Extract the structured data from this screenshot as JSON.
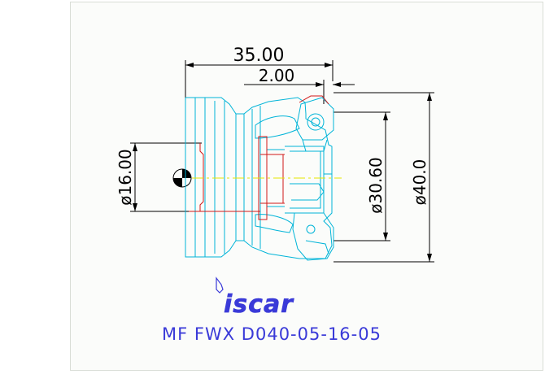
{
  "drawing": {
    "dimensions": {
      "overall_length": "35.00",
      "offset": "2.00",
      "bore_diameter": "ø16.00",
      "pilot_diameter": "ø30.60",
      "cutting_diameter": "ø40.0"
    },
    "brand": {
      "logo_text": "iscar"
    },
    "part_code": "MF FWX D040-05-16-05"
  },
  "colors": {
    "outline": "#00b4d8",
    "section": "#d01818",
    "dimension": "#000000",
    "title": "#3a3ad8",
    "centerline": "#e6e600"
  }
}
